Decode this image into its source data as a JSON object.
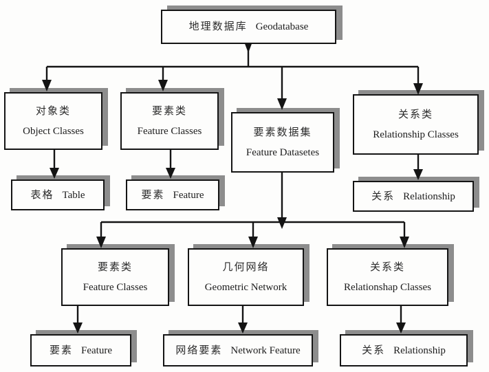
{
  "diagram": {
    "title_node": {
      "cn": "地理数据库",
      "en": "Geodatabase"
    },
    "level2": [
      {
        "cn": "对象类",
        "en": "Object Classes"
      },
      {
        "cn": "要素类",
        "en": "Feature Classes"
      },
      {
        "cn": "要素数据集",
        "en": "Feature Datasetes"
      },
      {
        "cn": "关系类",
        "en": "Relationship Classes"
      }
    ],
    "level3": [
      {
        "cn": "表格",
        "en": "Table"
      },
      {
        "cn": "要素",
        "en": "Feature"
      },
      {
        "cn": "关系",
        "en": "Relationship"
      }
    ],
    "level4": [
      {
        "cn": "要素类",
        "en": "Feature Classes"
      },
      {
        "cn": "几何网络",
        "en": "Geometric Network"
      },
      {
        "cn": "关系类",
        "en": "Relationshap Classes"
      }
    ],
    "level5": [
      {
        "cn": "要素",
        "en": "Feature"
      },
      {
        "cn": "网络要素",
        "en": "Network Feature"
      },
      {
        "cn": "关系",
        "en": "Relationship"
      }
    ],
    "colors": {
      "box_border": "#141414",
      "box_fill": "#fdfdfc",
      "shadow": "#8d8d8d",
      "connector": "#141414",
      "text": "#1a1a1a"
    }
  }
}
